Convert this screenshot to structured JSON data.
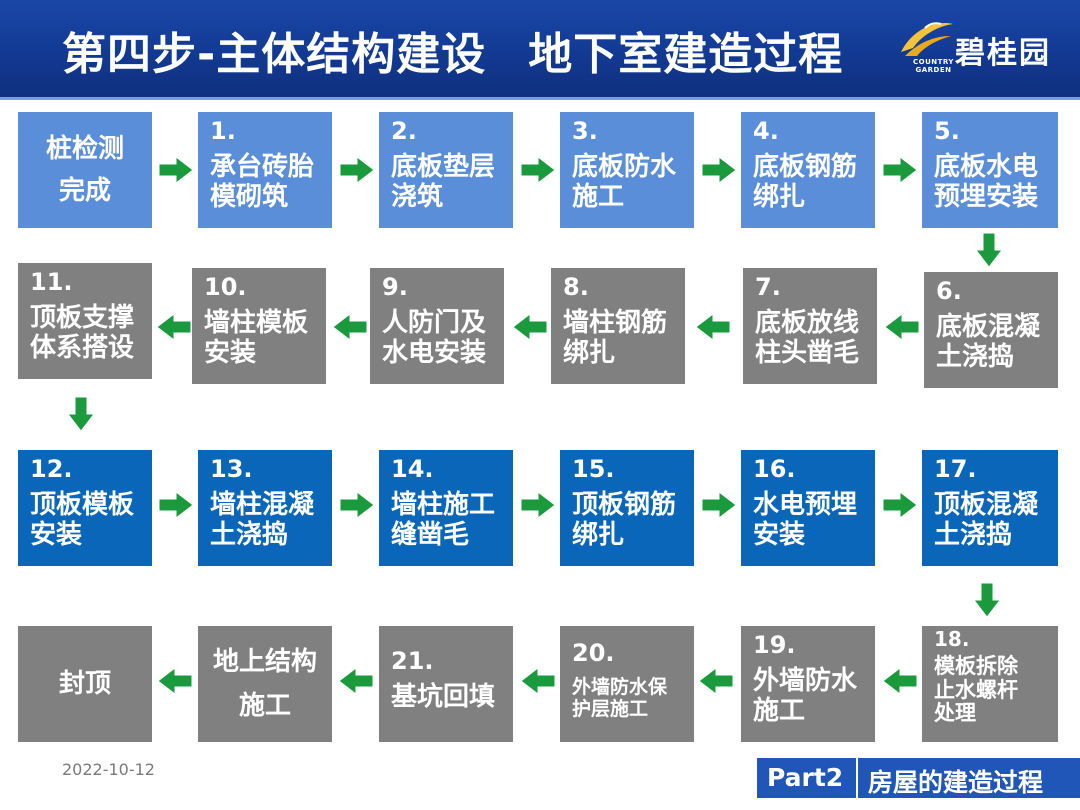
{
  "header": {
    "title_part1": "第四步-主体结构建设",
    "title_part2": "地下室建造过程",
    "logo_text": "碧桂园",
    "logo_small_line1": "COUNTRY",
    "logo_small_line2": "GARDEN"
  },
  "steps": {
    "start": {
      "txt1": "桩检测",
      "txt2": "完成"
    },
    "s1": {
      "num": "1.",
      "txt": "承台砖胎\n模砌筑"
    },
    "s2": {
      "num": "2.",
      "txt": "底板垫层\n浇筑"
    },
    "s3": {
      "num": "3.",
      "txt": "底板防水\n施工"
    },
    "s4": {
      "num": "4.",
      "txt": "底板钢筋\n绑扎"
    },
    "s5": {
      "num": "5.",
      "txt": "底板水电\n预埋安装"
    },
    "s6": {
      "num": "6.",
      "txt": "底板混凝\n土浇捣"
    },
    "s7": {
      "num": "7.",
      "txt": "底板放线\n柱头凿毛"
    },
    "s8": {
      "num": "8.",
      "txt": "墙柱钢筋\n绑扎"
    },
    "s9": {
      "num": "9.",
      "txt": "人防门及\n水电安装"
    },
    "s10": {
      "num": "10.",
      "txt": "墙柱模板\n安装"
    },
    "s11": {
      "num": "11.",
      "txt": "顶板支撑\n体系搭设"
    },
    "s12": {
      "num": "12.",
      "txt": "顶板模板\n安装"
    },
    "s13": {
      "num": "13.",
      "txt": "墙柱混凝\n土浇捣"
    },
    "s14": {
      "num": "14.",
      "txt": "墙柱施工\n缝凿毛"
    },
    "s15": {
      "num": "15.",
      "txt": "顶板钢筋\n绑扎"
    },
    "s16": {
      "num": "16.",
      "txt": "水电预埋\n安装"
    },
    "s17": {
      "num": "17.",
      "txt": "顶板混凝\n土浇捣"
    },
    "s18": {
      "num": "18.",
      "txt": "模板拆除\n止水螺杆\n处理"
    },
    "s19": {
      "num": "19.",
      "txt": "外墙防水\n施工"
    },
    "s20": {
      "num": "20.",
      "txt": "外墙防水保\n护层施工"
    },
    "s21": {
      "num": "21.",
      "txt": "基坑回填"
    },
    "s22": {
      "txt1": "地上结构",
      "txt2": "施工"
    },
    "end": {
      "txt": "封顶"
    }
  },
  "colors": {
    "arrow": "#1a9a3c",
    "header": "#123a93",
    "step_light": "#5b8ed8",
    "step_dark": "#0a66b8",
    "step_gray": "#808080"
  },
  "footer": {
    "date": "2022-10-12",
    "part": "Part2",
    "label": "房屋的建造过程"
  }
}
